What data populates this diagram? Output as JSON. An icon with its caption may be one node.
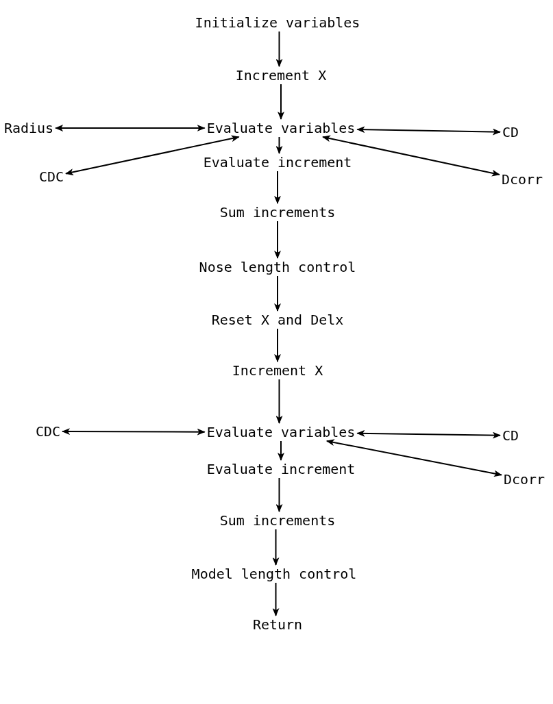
{
  "diagram": {
    "nodes": [
      {
        "text": [
          "Initialize variables"
        ]
      },
      {
        "text": [
          "Increment X"
        ]
      },
      {
        "text": [
          "Radius"
        ]
      },
      {
        "text": [
          "Evaluate variables"
        ]
      },
      {
        "text": [
          "CD"
        ]
      },
      {
        "text": [
          "CDC"
        ]
      },
      {
        "text": [
          "Dcorr"
        ]
      },
      {
        "text": [
          "Evaluate increment"
        ]
      },
      {
        "text": [
          "Sum increments"
        ]
      },
      {
        "text": [
          "Nose length control"
        ]
      },
      {
        "text": [
          "Reset X and Delx"
        ]
      },
      {
        "text": [
          "Increment X"
        ]
      },
      {
        "text": [
          "CDC"
        ]
      },
      {
        "text": [
          "Evaluate variables"
        ]
      },
      {
        "text": [
          "CD"
        ]
      },
      {
        "text": [
          "Dcorr"
        ]
      },
      {
        "text": [
          "Evaluate increment"
        ]
      },
      {
        "text": [
          "Sum increments"
        ]
      },
      {
        "text": [
          "Model length control"
        ]
      },
      {
        "text": [
          "Return"
        ]
      }
    ],
    "edges": [
      {
        "from": 0,
        "to": 1,
        "arrow": "to"
      },
      {
        "from": 1,
        "to": 3,
        "arrow": "to"
      },
      {
        "from": 3,
        "to": 2,
        "arrow": "both"
      },
      {
        "from": 3,
        "to": 5,
        "arrow": "both"
      },
      {
        "from": 3,
        "to": 4,
        "arrow": "both"
      },
      {
        "from": 3,
        "to": 6,
        "arrow": "both"
      },
      {
        "from": 3,
        "to": 7,
        "arrow": "to"
      },
      {
        "from": 7,
        "to": 8,
        "arrow": "to"
      },
      {
        "from": 8,
        "to": 9,
        "arrow": "to"
      },
      {
        "from": 9,
        "to": 10,
        "arrow": "to"
      },
      {
        "from": 10,
        "to": 11,
        "arrow": "to"
      },
      {
        "from": 11,
        "to": 13,
        "arrow": "to"
      },
      {
        "from": 13,
        "to": 12,
        "arrow": "both"
      },
      {
        "from": 13,
        "to": 14,
        "arrow": "both"
      },
      {
        "from": 13,
        "to": 15,
        "arrow": "both"
      },
      {
        "from": 13,
        "to": 16,
        "arrow": "to"
      },
      {
        "from": 16,
        "to": 17,
        "arrow": "to"
      },
      {
        "from": 17,
        "to": 18,
        "arrow": "to"
      },
      {
        "from": 18,
        "to": 19,
        "arrow": "to"
      }
    ]
  }
}
